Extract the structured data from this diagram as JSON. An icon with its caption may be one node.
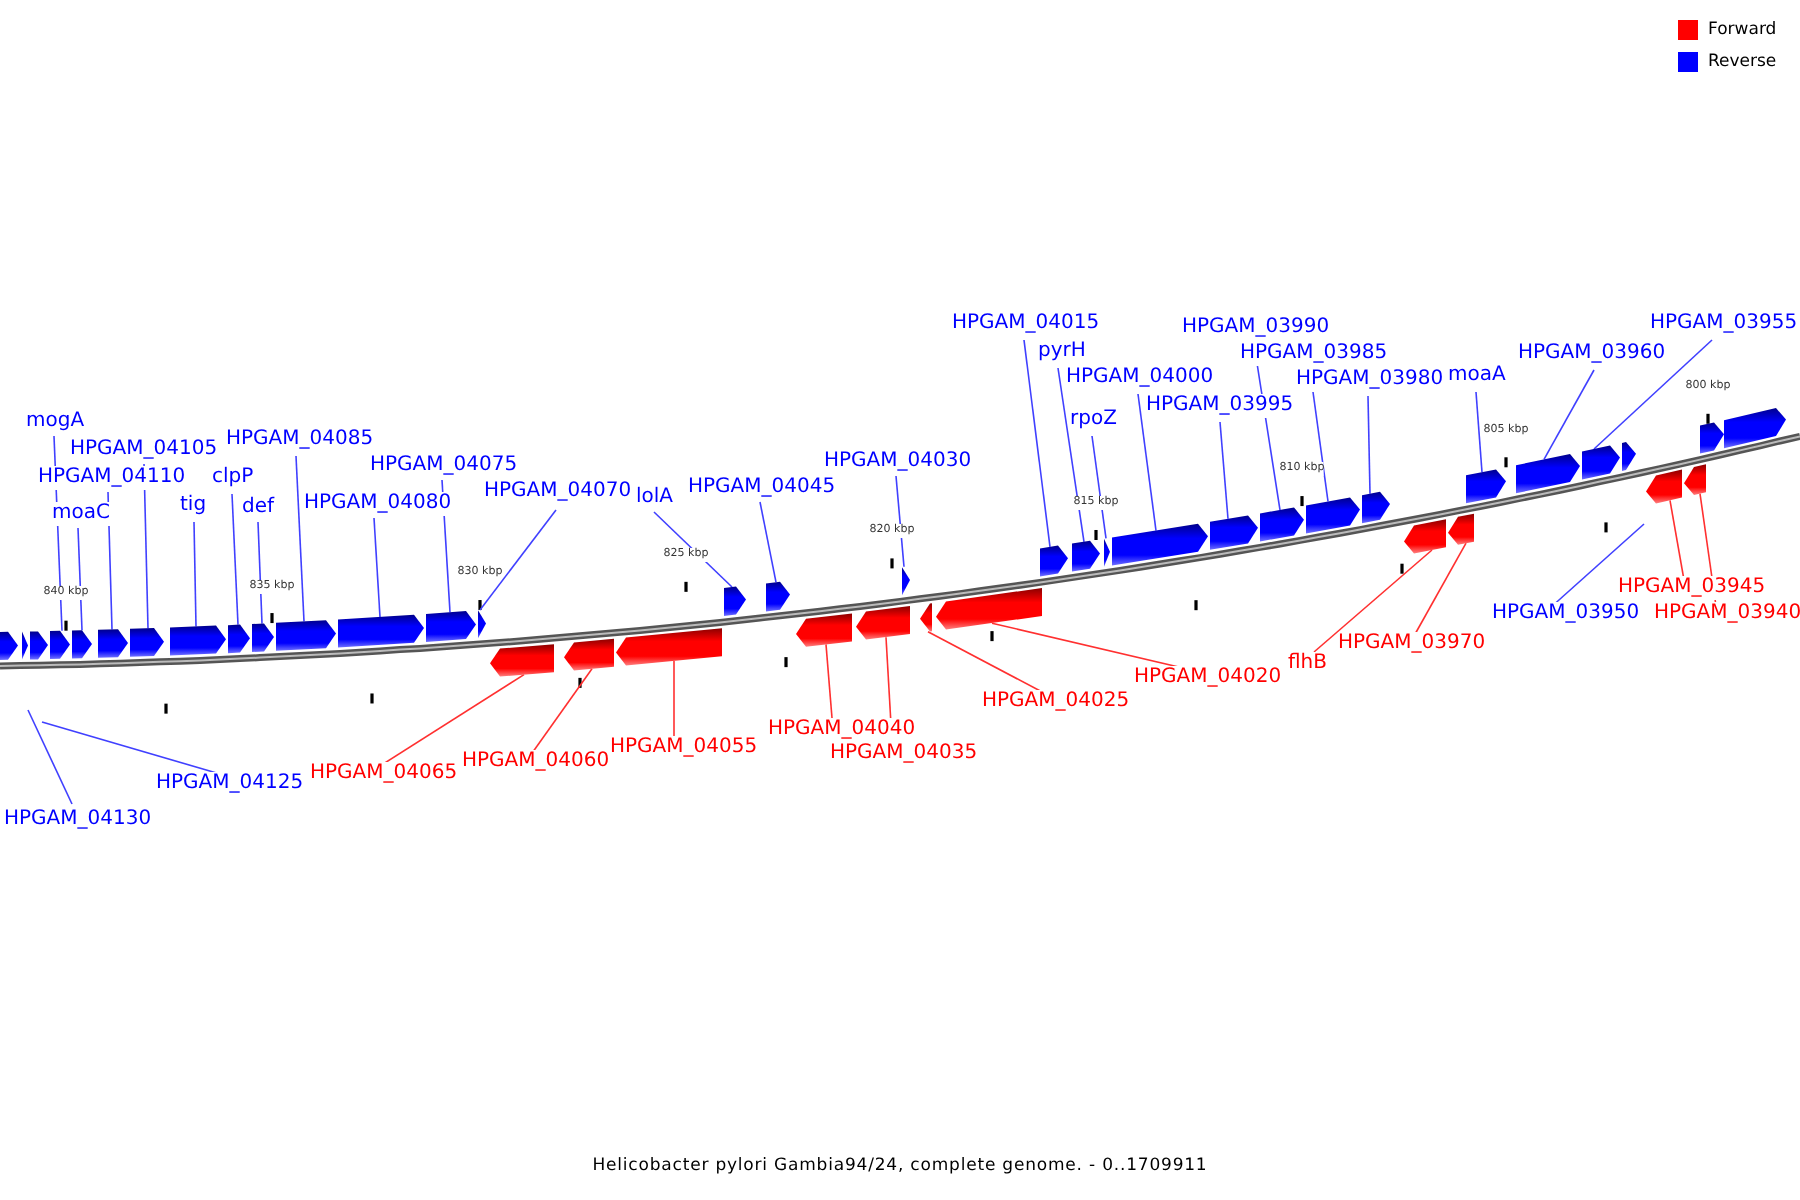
{
  "diagram": {
    "caption": "Helicobacter pylori Gambia94/24, complete genome. - 0..1709911",
    "nodes": [
      {
        "text": [
          "mogA"
        ]
      },
      {
        "text": [
          "HPGAM_04105"
        ]
      },
      {
        "text": [
          "HPGAM_04110"
        ]
      },
      {
        "text": [
          "moaC"
        ]
      },
      {
        "text": [
          "tig"
        ]
      },
      {
        "text": [
          "clpP"
        ]
      },
      {
        "text": [
          "def"
        ]
      },
      {
        "text": [
          "HPGAM_04085"
        ]
      },
      {
        "text": [
          "HPGAM_04080"
        ]
      },
      {
        "text": [
          "HPGAM_04075"
        ]
      },
      {
        "text": [
          "HPGAM_04070"
        ]
      },
      {
        "text": [
          "lolA"
        ]
      },
      {
        "text": [
          "HPGAM_04045"
        ]
      },
      {
        "text": [
          "HPGAM_04030"
        ]
      },
      {
        "text": [
          "HPGAM_04015"
        ]
      },
      {
        "text": [
          "pyrH"
        ]
      },
      {
        "text": [
          "HPGAM_04000"
        ]
      },
      {
        "text": [
          "rpoZ"
        ]
      },
      {
        "text": [
          "HPGAM_03990"
        ]
      },
      {
        "text": [
          "HPGAM_03995"
        ]
      },
      {
        "text": [
          "HPGAM_03985"
        ]
      },
      {
        "text": [
          "HPGAM_03980"
        ]
      },
      {
        "text": [
          "moaA"
        ]
      },
      {
        "text": [
          "HPGAM_03960"
        ]
      },
      {
        "text": [
          "HPGAM_03955"
        ]
      },
      {
        "text": [
          "HPGAM_04125"
        ]
      },
      {
        "text": [
          "HPGAM_04130"
        ]
      },
      {
        "text": [
          "HPGAM_04065"
        ]
      },
      {
        "text": [
          "HPGAM_04060"
        ]
      },
      {
        "text": [
          "HPGAM_04055"
        ]
      },
      {
        "text": [
          "HPGAM_04040"
        ]
      },
      {
        "text": [
          "HPGAM_04035"
        ]
      },
      {
        "text": [
          "HPGAM_04025"
        ]
      },
      {
        "text": [
          "HPGAM_04020"
        ]
      },
      {
        "text": [
          "flhB"
        ]
      },
      {
        "text": [
          "HPGAM_03970"
        ]
      },
      {
        "text": [
          "HPGAM_03950"
        ]
      },
      {
        "text": [
          "HPGAM_03945"
        ]
      },
      {
        "text": [
          "HPGAM_03940"
        ]
      },
      {
        "text": [],
        "shape": "arrow"
      },
      {
        "text": [],
        "shape": "arrow"
      },
      {
        "text": [],
        "shape": "arrow"
      },
      {
        "text": [],
        "shape": "arrow"
      },
      {
        "text": [],
        "shape": "arrow"
      },
      {
        "text": [],
        "shape": "arrow"
      },
      {
        "text": [],
        "shape": "arrow"
      },
      {
        "text": [],
        "shape": "arrow"
      },
      {
        "text": [],
        "shape": "arrow"
      },
      {
        "text": [],
        "shape": "arrow"
      },
      {
        "text": [],
        "shape": "arrow"
      },
      {
        "text": [],
        "shape": "arrow"
      },
      {
        "text": [],
        "shape": "arrow"
      },
      {
        "text": [],
        "shape": "arrow"
      },
      {
        "text": [],
        "shape": "arrow"
      },
      {
        "text": [],
        "shape": "arrow"
      },
      {
        "text": [],
        "shape": "arrow"
      },
      {
        "text": [],
        "shape": "arrow"
      },
      {
        "text": [],
        "shape": "arrow"
      },
      {
        "text": [],
        "shape": "arrow"
      },
      {
        "text": [],
        "shape": "arrow"
      },
      {
        "text": [],
        "shape": "arrow"
      },
      {
        "text": [],
        "shape": "arrow"
      },
      {
        "text": [],
        "shape": "arrow"
      },
      {
        "text": [],
        "shape": "arrow"
      },
      {
        "text": [],
        "shape": "arrow"
      },
      {
        "text": [],
        "shape": "arrow"
      },
      {
        "text": [],
        "shape": "arrow"
      },
      {
        "text": [],
        "shape": "arrow"
      },
      {
        "text": [],
        "shape": "arrow"
      },
      {
        "text": [],
        "shape": "arrow"
      },
      {
        "text": [],
        "shape": "arrow"
      },
      {
        "text": [],
        "shape": "arrow"
      },
      {
        "text": [],
        "shape": "arrow"
      },
      {
        "text": [],
        "shape": "arrow"
      },
      {
        "text": [],
        "shape": "arrow"
      },
      {
        "text": [],
        "shape": "arrow"
      },
      {
        "text": [],
        "shape": "arrow"
      },
      {
        "text": [],
        "shape": "arrow"
      },
      {
        "text": [],
        "shape": "arrow"
      },
      {
        "text": [],
        "shape": "arrow"
      },
      {
        "text": [],
        "shape": "arrow"
      }
    ],
    "edges": [
      {
        "from": 0,
        "to": 42,
        "arrow": "none"
      },
      {
        "from": 1,
        "to": 45,
        "arrow": "none"
      },
      {
        "from": 2,
        "to": 44,
        "arrow": "none"
      },
      {
        "from": 3,
        "to": 43,
        "arrow": "none"
      },
      {
        "from": 4,
        "to": 46,
        "arrow": "none"
      },
      {
        "from": 5,
        "to": 47,
        "arrow": "none"
      },
      {
        "from": 6,
        "to": 48,
        "arrow": "none"
      },
      {
        "from": 7,
        "to": 49,
        "arrow": "none"
      },
      {
        "from": 8,
        "to": 50,
        "arrow": "none"
      },
      {
        "from": 9,
        "to": 51,
        "arrow": "none"
      },
      {
        "from": 10,
        "to": 52,
        "arrow": "none"
      },
      {
        "from": 11,
        "to": 56,
        "arrow": "none"
      },
      {
        "from": 12,
        "to": 57,
        "arrow": "none"
      },
      {
        "from": 13,
        "to": 60,
        "arrow": "none"
      },
      {
        "from": 14,
        "to": 63,
        "arrow": "none"
      },
      {
        "from": 15,
        "to": 64,
        "arrow": "none"
      },
      {
        "from": 16,
        "to": 66,
        "arrow": "none"
      },
      {
        "from": 17,
        "to": 65,
        "arrow": "none"
      },
      {
        "from": 18,
        "to": 68,
        "arrow": "none"
      },
      {
        "from": 19,
        "to": 67,
        "arrow": "none"
      },
      {
        "from": 20,
        "to": 69,
        "arrow": "none"
      },
      {
        "from": 21,
        "to": 70,
        "arrow": "none"
      },
      {
        "from": 22,
        "to": 73,
        "arrow": "none"
      },
      {
        "from": 23,
        "to": 74,
        "arrow": "none"
      },
      {
        "from": 24,
        "to": 75,
        "arrow": "none"
      },
      {
        "from": 25,
        "to": null,
        "arrow": "none"
      },
      {
        "from": 26,
        "to": null,
        "arrow": "none"
      },
      {
        "from": 27,
        "to": 53,
        "arrow": "none",
        "color": "#ff3030"
      },
      {
        "from": 28,
        "to": 54,
        "arrow": "none",
        "color": "#ff3030"
      },
      {
        "from": 29,
        "to": 55,
        "arrow": "none",
        "color": "#ff3030"
      },
      {
        "from": 30,
        "to": 58,
        "arrow": "none",
        "color": "#ff3030"
      },
      {
        "from": 31,
        "to": 59,
        "arrow": "none",
        "color": "#ff3030"
      },
      {
        "from": 32,
        "to": 61,
        "arrow": "none",
        "color": "#ff3030"
      },
      {
        "from": 33,
        "to": 62,
        "arrow": "none",
        "color": "#ff3030"
      },
      {
        "from": 34,
        "to": 71,
        "arrow": "none",
        "color": "#ff3030"
      },
      {
        "from": 35,
        "to": 72,
        "arrow": "none",
        "color": "#ff3030"
      },
      {
        "from": 36,
        "to": null,
        "arrow": "none"
      },
      {
        "from": 37,
        "to": 77,
        "arrow": "none",
        "color": "#ff3030"
      },
      {
        "from": 38,
        "to": 78,
        "arrow": "none",
        "color": "#ff3030"
      }
    ],
    "labels": [
      "800 kbp",
      "805 kbp",
      "810 kbp",
      "815 kbp",
      "820 kbp",
      "825 kbp",
      "830 kbp",
      "835 kbp",
      "840 kbp"
    ],
    "legend": [
      {
        "text": "Forward",
        "color": "#ff0000"
      },
      {
        "text": "Reverse",
        "color": "#0000ff"
      }
    ]
  }
}
